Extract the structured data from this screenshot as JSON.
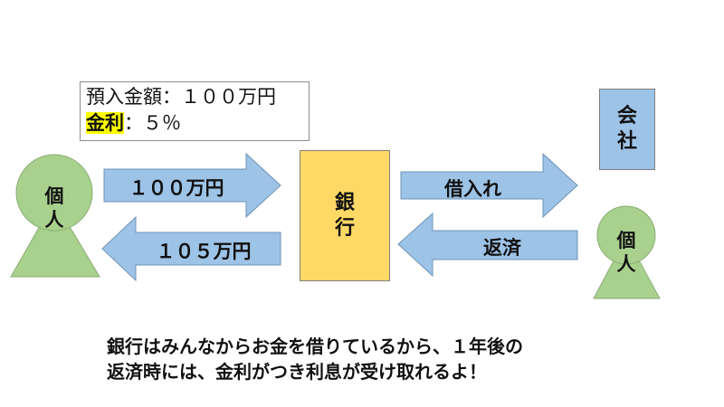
{
  "info": {
    "deposit_line": "預入金額：１００万円",
    "rate_label": "金利",
    "rate_value": "：５％"
  },
  "left_person": {
    "label_line1": "個",
    "label_line2": "人"
  },
  "right_person": {
    "label_line1": "個",
    "label_line2": "人"
  },
  "bank": {
    "label_line1": "銀",
    "label_line2": "行"
  },
  "company": {
    "label_line1": "会",
    "label_line2": "社"
  },
  "arrows": {
    "deposit": "１００万円",
    "return": "１０５万円",
    "loan": "借入れ",
    "repay": "返済"
  },
  "caption": {
    "line1": "銀行はみんなからお金を借りているから、１年後の",
    "line2": "返済時には、金利がつき利息が受け取れるよ！"
  },
  "colors": {
    "person_fill": "#a9d18e",
    "arrow_fill": "#9dc3e6",
    "bank_fill": "#ffd966",
    "company_fill": "#9dc3e6",
    "highlight": "#ffff00"
  }
}
